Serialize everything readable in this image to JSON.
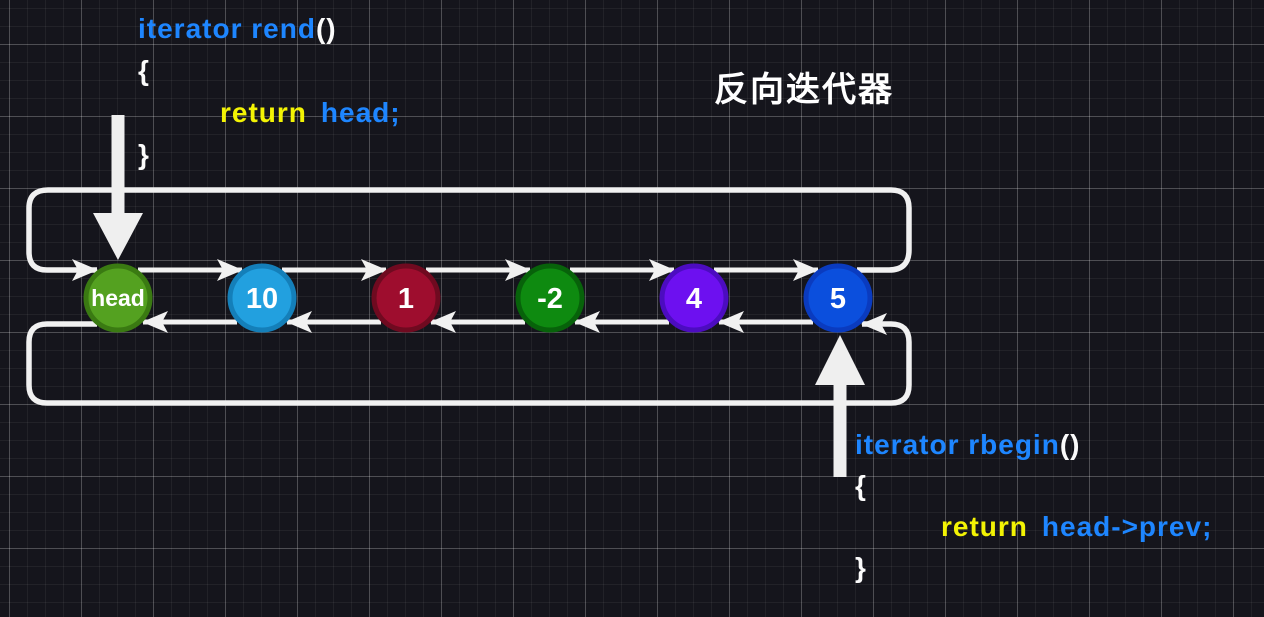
{
  "title": "反向迭代器",
  "colors": {
    "background": "#15151c",
    "grid_major": "#4e4e58",
    "grid_minor": "#24242b",
    "line": "#f1f1f1",
    "pointer_arrow": "#efefef",
    "code_blue": "#1e86ff",
    "code_yellow": "#f3f304",
    "code_white": "#fbfbfb",
    "node_text": "#ffffff"
  },
  "code_rend": {
    "name": "iterator rend",
    "parens": "()",
    "open_brace": "{",
    "keyword": "return",
    "expression": "head;",
    "close_brace": "}"
  },
  "code_rbegin": {
    "name": "iterator rbegin",
    "parens": "()",
    "open_brace": "{",
    "keyword": "return",
    "expression": "head->prev;",
    "close_brace": "}"
  },
  "list": {
    "nodes": [
      {
        "label": "head",
        "fill": "#54a120",
        "stroke": "#3a7a12"
      },
      {
        "label": "10",
        "fill": "#22a0df",
        "stroke": "#147fb9"
      },
      {
        "label": "1",
        "fill": "#9e0d2e",
        "stroke": "#6f0a20"
      },
      {
        "label": "-2",
        "fill": "#0e8a10",
        "stroke": "#07620a"
      },
      {
        "label": "4",
        "fill": "#6d10f0",
        "stroke": "#4c0cc0"
      },
      {
        "label": "5",
        "fill": "#0b4fdd",
        "stroke": "#0a3bbf"
      }
    ]
  }
}
